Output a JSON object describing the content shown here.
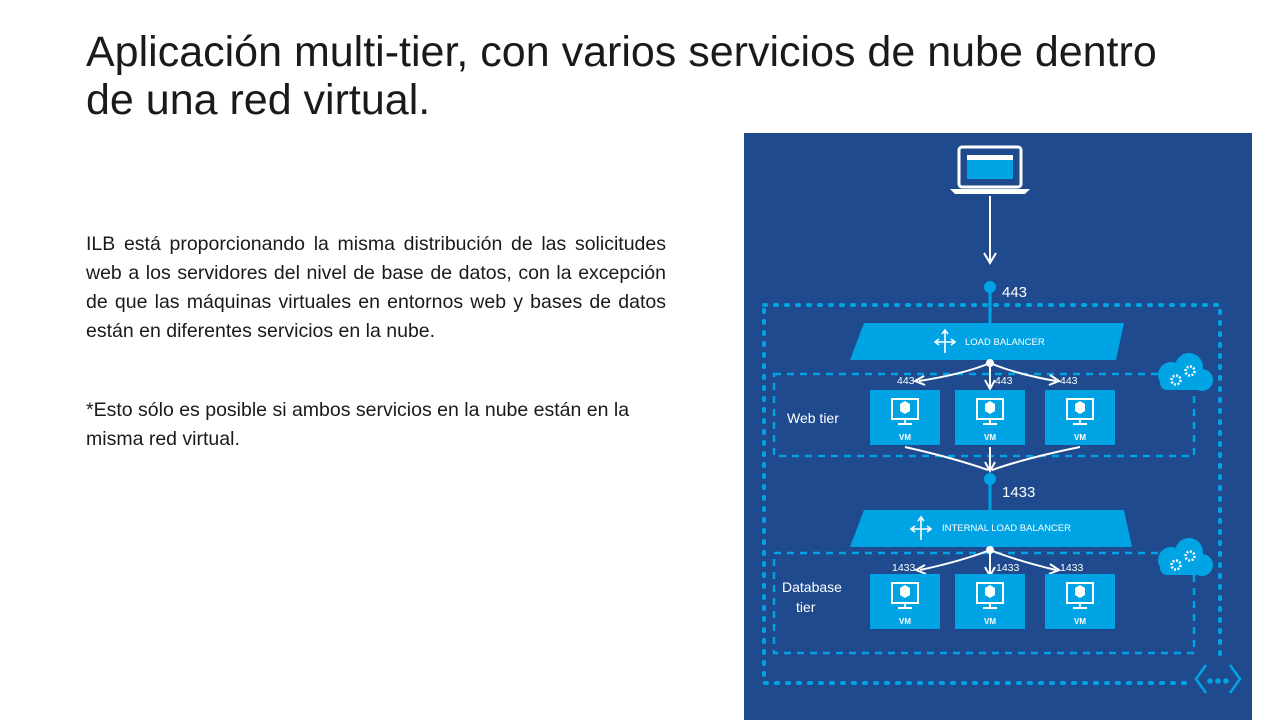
{
  "slide": {
    "title": "Aplicación multi-tier, con varios servicios de nube dentro de una red virtual.",
    "paragraph": "ILB está proporcionando la misma distribución de las solicitudes web a los servidores del nivel de base de datos, con la excepción de que las máquinas virtuales en entornos web y bases de datos están en diferentes servicios en la nube.",
    "note": "*Esto sólo es posible si ambos servicios en la nube están en la misma red virtual."
  },
  "diagram": {
    "colors": {
      "background": "#1f4a8d",
      "accent": "#00a4e4",
      "line": "#ffffff",
      "vm": "#00a4e4"
    },
    "client_icon": "laptop-icon",
    "entry_port": "443",
    "load_balancer": {
      "label": "LOAD BALANCER",
      "icon": "load-balancer-icon"
    },
    "web_tier": {
      "label": "Web tier",
      "ports": [
        "443",
        "443",
        "443"
      ],
      "vms": [
        "VM",
        "VM",
        "VM"
      ],
      "cloud_icon": "cloud-service-icon"
    },
    "internal_port": "1433",
    "internal_load_balancer": {
      "label": "INTERNAL LOAD BALANCER",
      "icon": "load-balancer-icon"
    },
    "database_tier": {
      "label_line1": "Database",
      "label_line2": "tier",
      "ports": [
        "1433",
        "1433",
        "1433"
      ],
      "vms": [
        "VM",
        "VM",
        "VM"
      ],
      "cloud_icon": "cloud-service-icon"
    },
    "vnet_icon": "virtual-network-icon"
  }
}
